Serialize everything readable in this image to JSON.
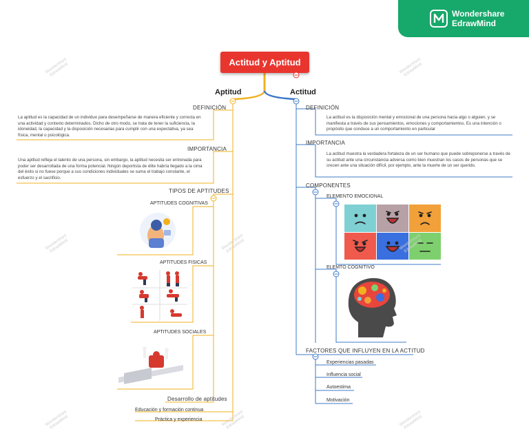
{
  "brand": {
    "line1": "Wondershare",
    "line2": "EdrawMind",
    "color": "#17a86b"
  },
  "root": {
    "title": "Actitud y Aptitud",
    "color": "#e8362f"
  },
  "left": {
    "title": "Aptitud",
    "definicion": {
      "label": "DEFINICIÓN",
      "text": "La aptitud es la capacidad de un individuo para desempeñarse de manera eficiente y correcta en una actividad y contexto determinados. Dicho de otro modo, se trata de tener la suficiencia, la idoneidad, la capacidad y la disposición necesarias para cumplir con una expectativa, ya sea física, mental o psicológica."
    },
    "importancia": {
      "label": "IMPORTANCIA",
      "text": "Una aptitud refleja el talento de una persona, sin embargo, la aptitud necesita ser entrenada para poder ser desarrollada de una forma potencial. Ningún deportista de élite habría llegado a la cima del éxito si no fuese porque a sus condiciones individuales se suma el trabajo constante, el esfuerzo y el sacrificio."
    },
    "tipos": {
      "label": "TIPOS DE APTITUDES",
      "items": [
        "APTITUDES COGNITIVAS",
        "APTITUDES FISICAS",
        "APTITUDES SOCIALES"
      ]
    },
    "desarrollo": {
      "label": "Desarrollo de aptitudes",
      "items": [
        "Educación y formación continua",
        "Práctica y experiencia"
      ]
    }
  },
  "right": {
    "title": "Actitud",
    "definicion": {
      "label": "DEFINICIÓN",
      "text": "La actitud es la disposición mental y emocional de una persona hacia algo o alguien, y se manifiesta a través de sus pensamientos, emociones y comportamientos. Es una intención o propósito que conduce a un comportamiento en particular"
    },
    "importancia": {
      "label": "IMPORTANCIA",
      "text": "La actitud muestra la verdadera fortaleza de un ser humano que puede sobreponerse a través de su actitud ante una circunstancia adversa como bien muestran los casos de personas que se crecen ante una situación difícil, por ejemplo, ante la muerte de un ser querido."
    },
    "componentes": {
      "label": "COMPONENTES",
      "items": [
        "ELEMENTO EMOCIONAL",
        "ELEMTO COGNITIVO"
      ]
    },
    "factores": {
      "label": "FACTORES QUE INFLUYEN EN LA ACTITUD",
      "items": [
        "Experiencias pasadas",
        "Influencia social",
        "Autoestima",
        "Motivación"
      ]
    }
  },
  "watermark": {
    "line1": "Wondershare",
    "line2": "EdrawMind"
  },
  "colors": {
    "left_branch": "#f2b01e",
    "right_branch": "#3c78c8",
    "collapse": "#e8362f"
  }
}
